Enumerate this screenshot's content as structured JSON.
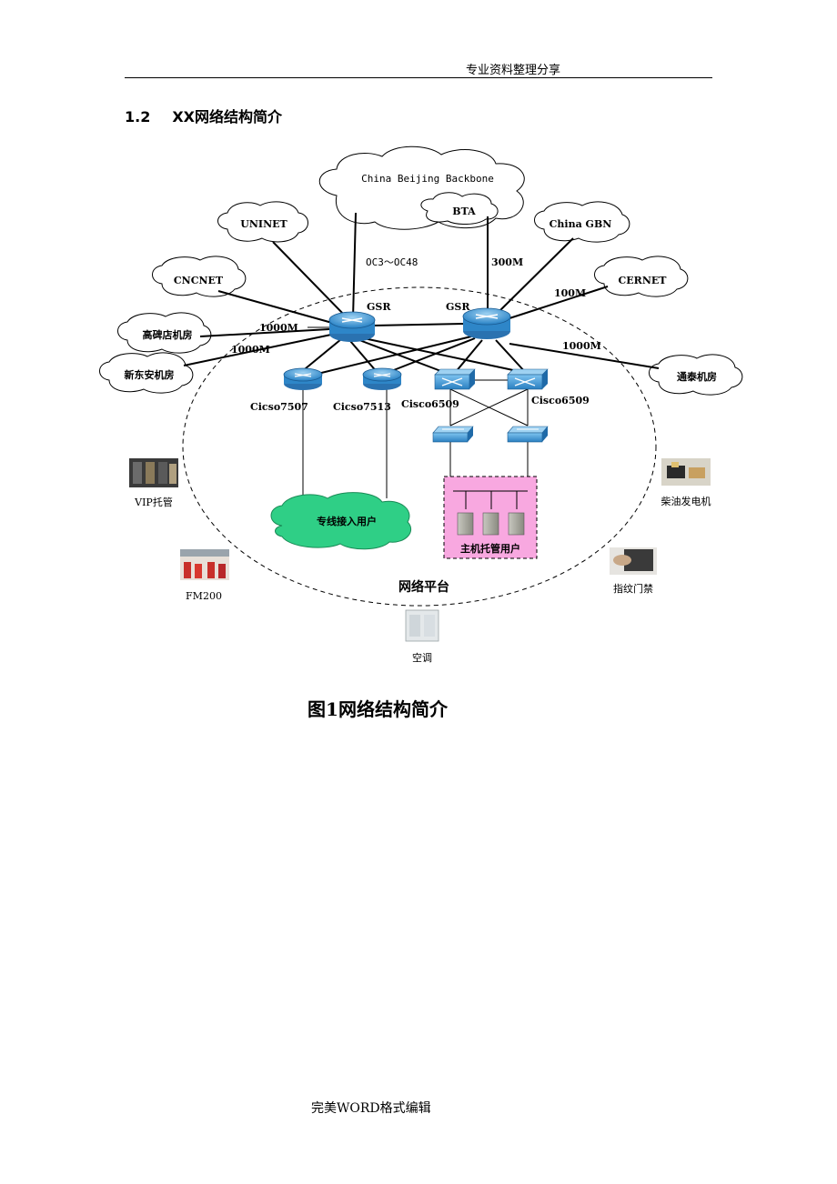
{
  "page": {
    "header": "专业资料整理分享",
    "section_number": "1.2",
    "section_title": "XX网络结构简介",
    "footer": "完美WORD格式编辑"
  },
  "figure": {
    "caption": "图1网络结构简介",
    "backbone_cloud": "China Beijing Backbone",
    "bta": "BTA",
    "uninet": "UNINET",
    "china_gbn": "China GBN",
    "cncnet": "CNCNET",
    "cernet": "CERNET",
    "gaobeidian": "高碑店机房",
    "xindongan": "新东安机房",
    "tongtai": "通泰机房",
    "oc_link": "OC3～OC48",
    "link_300m": "300M",
    "link_100m": "100M",
    "link_1000m_a": "1000M",
    "link_1000m_b": "1000M",
    "link_1000m_c": "1000M",
    "gsr_left": "GSR",
    "gsr_right": "GSR",
    "cisco7507": "Cicso7507",
    "cisco7513": "Cicso7513",
    "cisco6509_a": "Cisco6509",
    "cisco6509_b": "Cisco6509",
    "leased_line_users": "专线接入用户",
    "hosting_users": "主机托管用户",
    "platform": "网络平台",
    "vip": "VIP托管",
    "fm200": "FM200",
    "diesel": "柴油发电机",
    "fingerprint": "指纹门禁",
    "aircon": "空调"
  }
}
